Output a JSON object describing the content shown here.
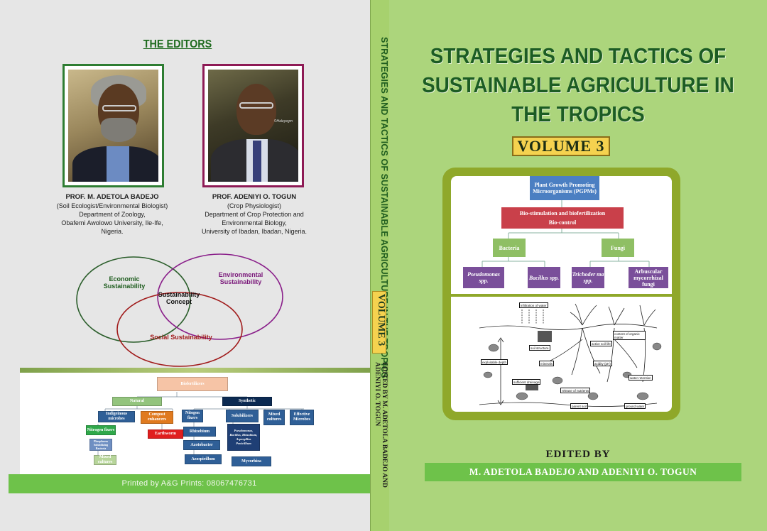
{
  "back_cover": {
    "editors_heading": "THE EDITORS",
    "editor1": {
      "name": "PROF. M. ADETOLA BADEJO",
      "role": "(Soil Ecologist/Environmental Biologist)",
      "dept": "Department of Zoology,",
      "inst": "Obafemi Awolowo University, Ile-Ife,",
      "country": "Nigeria."
    },
    "editor2": {
      "name": "PROF. ADENIYI O. TOGUN",
      "role": "(Crop Physiologist)",
      "dept": "Department of Crop Protection and",
      "dept2": "Environmental Biology,",
      "inst": "University of Ibadan, Ibadan, Nigeria."
    },
    "photo_signature": "©Haleyegm",
    "venn": {
      "economic": "Economic Sustainability",
      "environmental": "Environmental Sustainability",
      "core": "Sustainability Concept",
      "social": "Social Sustainability"
    },
    "biofertilizers": {
      "root": "Biofertilizers",
      "natural": "Natural",
      "synthetic": "Synthetic",
      "indigenous": "Indigeinous microbes",
      "compost": "Compost enhancers",
      "nitrogen_fixers_left": "Nitrogen fixers",
      "earthworm": "Earthworm",
      "phosphorus": "Phosphorus Solubilizing Bacteria",
      "mixed_left": "Mixed cultures",
      "nitrogen_fixers_right": "Nitogen fixers",
      "solubilizers": "Solubilizers",
      "mixed_right": "Mixed cultures",
      "effective": "Effective Microbes",
      "rhizobium": "Rhizobium",
      "azotobacter": "Azotobacter",
      "azospirillum": "Azospirillum",
      "solub_list": "Pseudomonas, Bacillus, Rhizobium, Aspergillus Penicillium",
      "mycorhiza": "Mycorhiza"
    },
    "printer": "Printed by A&G Prints: 08067476731"
  },
  "spine": {
    "title": "STRATEGIES AND TACTICS OF SUSTAINABLE AGRICULTURE IN THE TROPICS",
    "volume": "VOLUME 3",
    "edited_line1": "EDITED BY  M. ADETOLA BADEJO AND",
    "edited_line2": "ADENIYI O. TOGUN"
  },
  "front_cover": {
    "title_line1": "STRATEGIES AND TACTICS OF",
    "title_line2": "SUSTAINABLE AGRICULTURE IN",
    "title_line3": "THE TROPICS",
    "volume": "VOLUME 3",
    "pgpm": {
      "root": "Plant Growth Promoting Microorganisms (PGPMs)",
      "bio_line1": "Bio-stimulation and biofertilization",
      "bio_line2": "Bio-control",
      "bacteria": "Bacteria",
      "fungi": "Fungi",
      "pseudomonas": "Pseudomonas spp.",
      "bacillus": "Bacillus spp.",
      "trichoderma": "Trichoder ma spp.",
      "arbuscular": "Arbuscular mycorrhizal fungi"
    },
    "soil_labels": {
      "infiltration": "infiltration of water",
      "content_om": "content of organic matter",
      "soil_structure": "soil structure",
      "active_life": "active soil life",
      "minerals": "minerals",
      "acidity": "acidity (pH)",
      "exploitable": "exploitable depth",
      "drainage": "sufficient drainage",
      "water_retention": "water retention",
      "release": "release of nutrients",
      "parent_soil": "parent soil",
      "ground_water": "ground water"
    },
    "edited_by": "EDITED BY",
    "editors": "M. ADETOLA BADEJO AND ADENIYI O. TOGUN"
  },
  "colors": {
    "cover_green": "#acd57c",
    "title_green": "#1c5c24",
    "band_green": "#6ec24a",
    "volume_yellow": "#f5d24f",
    "frame_olive": "#8fa82a"
  }
}
